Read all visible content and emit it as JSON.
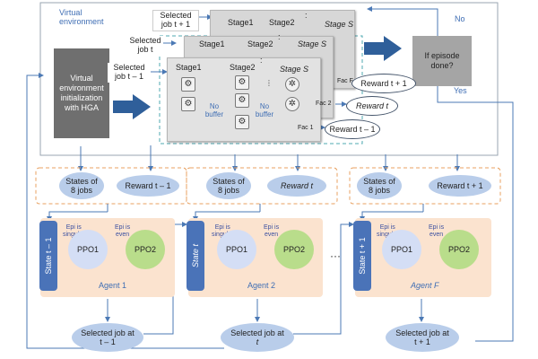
{
  "env": {
    "title_line1": "Virtual",
    "title_line2": "environment",
    "init_box": [
      "Virtual",
      "environment",
      "initialization",
      "with HGA"
    ],
    "episode_box": [
      "If episode",
      "done?"
    ],
    "no_label": "No",
    "yes_label": "Yes"
  },
  "jobs": {
    "next": [
      "Selected",
      "job t + 1"
    ],
    "current": [
      "Selected",
      "job t"
    ],
    "prev": [
      "Selected",
      "job t – 1"
    ]
  },
  "stages": {
    "stage1": "Stage1",
    "stage2": "Stage2",
    "stage_s": "Stage S",
    "dots": ":",
    "no_buffer": [
      "No",
      "buffer"
    ]
  },
  "facs": {
    "fac_f": "Fac F",
    "fac_2": "Fac 2",
    "fac_1": "Fac 1"
  },
  "rewards": {
    "next": "Reward t + 1",
    "current": "Reward t",
    "prev": "Reward t – 1"
  },
  "groups": [
    {
      "states": [
        "States of",
        "8 jobs"
      ],
      "reward": "Reward t – 1"
    },
    {
      "states": [
        "States of",
        "8 jobs"
      ],
      "reward": "Reward t"
    },
    {
      "states": [
        "States of",
        "8 jobs"
      ],
      "reward": "Reward t + 1"
    }
  ],
  "agents": [
    {
      "state": "State t – 1",
      "label": "Agent 1",
      "ppo1": "PPO1",
      "ppo2": "PPO2",
      "epi_singular": [
        "Epi is",
        "singular"
      ],
      "epi_even": [
        "Epi is",
        "even"
      ],
      "selected": [
        "Selected job at",
        "t – 1"
      ]
    },
    {
      "state": "State t",
      "label": "Agent 2",
      "ppo1": "PPO1",
      "ppo2": "PPO2",
      "epi_singular": [
        "Epi is",
        "singular"
      ],
      "epi_even": [
        "Epi is",
        "even"
      ],
      "selected": [
        "Selected job at",
        "t"
      ]
    },
    {
      "state": "State t + 1",
      "label": "Agent F",
      "ppo1": "PPO1",
      "ppo2": "PPO2",
      "epi_singular": [
        "Epi is",
        "singular"
      ],
      "epi_even": [
        "Epi is",
        "even"
      ],
      "selected": [
        "Selected job at",
        "t + 1"
      ]
    }
  ],
  "ellipsis": "···",
  "colors": {
    "navy": "#44546a",
    "blue_arrow": "#4b79b5",
    "state_bar": "#4a73b8",
    "agent_bg": "#fbe3cf",
    "ppo1": "#d4def5",
    "ppo2": "#b9dd8b",
    "light_blue": "#b9cdea",
    "orange_arrow": "#e48e3a"
  }
}
